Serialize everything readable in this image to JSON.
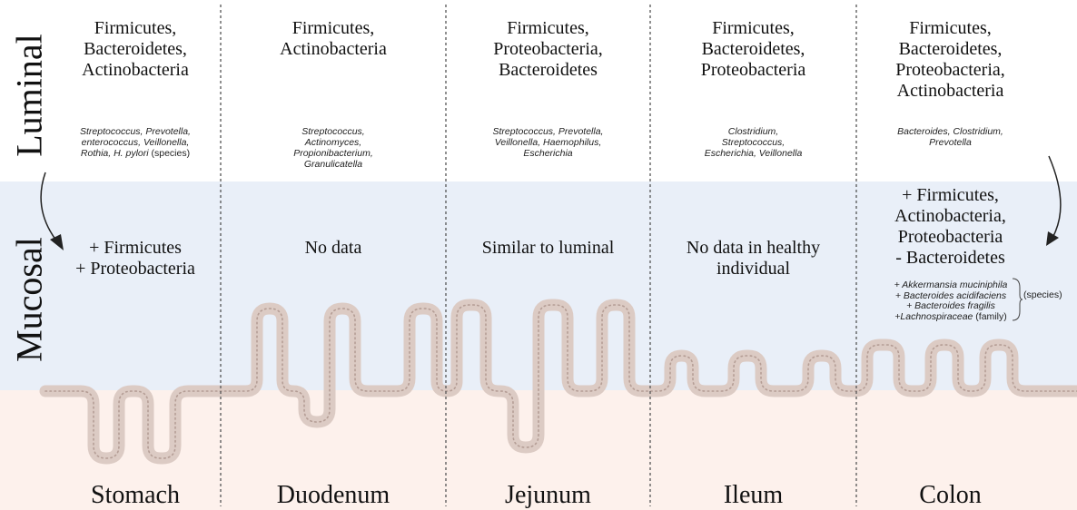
{
  "side_labels": {
    "luminal": "Luminal",
    "mucosal": "Mucosal"
  },
  "colors": {
    "lumen_bg": "#e9eff8",
    "tissue_bg": "#fdf1ec",
    "mucosa_fill": "#dccbc4",
    "mucosa_dots": "#b49d95",
    "divider": "#555555"
  },
  "columns": [
    {
      "segment": "Stomach",
      "luminal_phyla": "Firmicutes,\nBacteroidetes,\nActinobacteria",
      "luminal_genera": "Streptococcus, Prevotella,\nenterococcus, Veillonella,\nRothia, H. pylori",
      "luminal_genera_note": " (species)",
      "mucosal": "+ Firmicutes\n+  Proteobacteria"
    },
    {
      "segment": "Duodenum",
      "luminal_phyla": "Firmicutes,\nActinobacteria",
      "luminal_genera": "Streptococcus,\nActinomyces,\nPropionibacterium,\nGranulicatella",
      "mucosal": "No data"
    },
    {
      "segment": "Jejunum",
      "luminal_phyla": "Firmicutes,\nProteobacteria,\nBacteroidetes",
      "luminal_genera": "Streptococcus, Prevotella,\nVeillonella, Haemophilus,\nEscherichia",
      "mucosal": "Similar to luminal"
    },
    {
      "segment": "Ileum",
      "luminal_phyla": "Firmicutes,\nBacteroidetes,\nProteobacteria",
      "luminal_genera": "Clostridium,\nStreptococcus,\nEscherichia, Veillonella",
      "mucosal": "No data in healthy\nindividual"
    },
    {
      "segment": "Colon",
      "luminal_phyla": "Firmicutes,\nBacteroidetes,\nProteobacteria,\nActinobacteria",
      "luminal_genera": "Bacteroides, Clostridium,\nPrevotella",
      "mucosal": "+ Firmicutes,\nActinobacteria,\nProteobacteria\n- Bacteroidetes"
    }
  ],
  "colon_species": {
    "items": [
      "+ Akkermansia muciniphila",
      "+ Bacteroides acidifaciens",
      "+ Bacteroides fragilis"
    ],
    "family_item": "+Lachnospiraceae",
    "family_note": " (family)",
    "species_note": "(species)"
  },
  "icons": {
    "left_arrow": "curved-arrow-down-right",
    "right_arrow": "curved-arrow-down-left"
  }
}
